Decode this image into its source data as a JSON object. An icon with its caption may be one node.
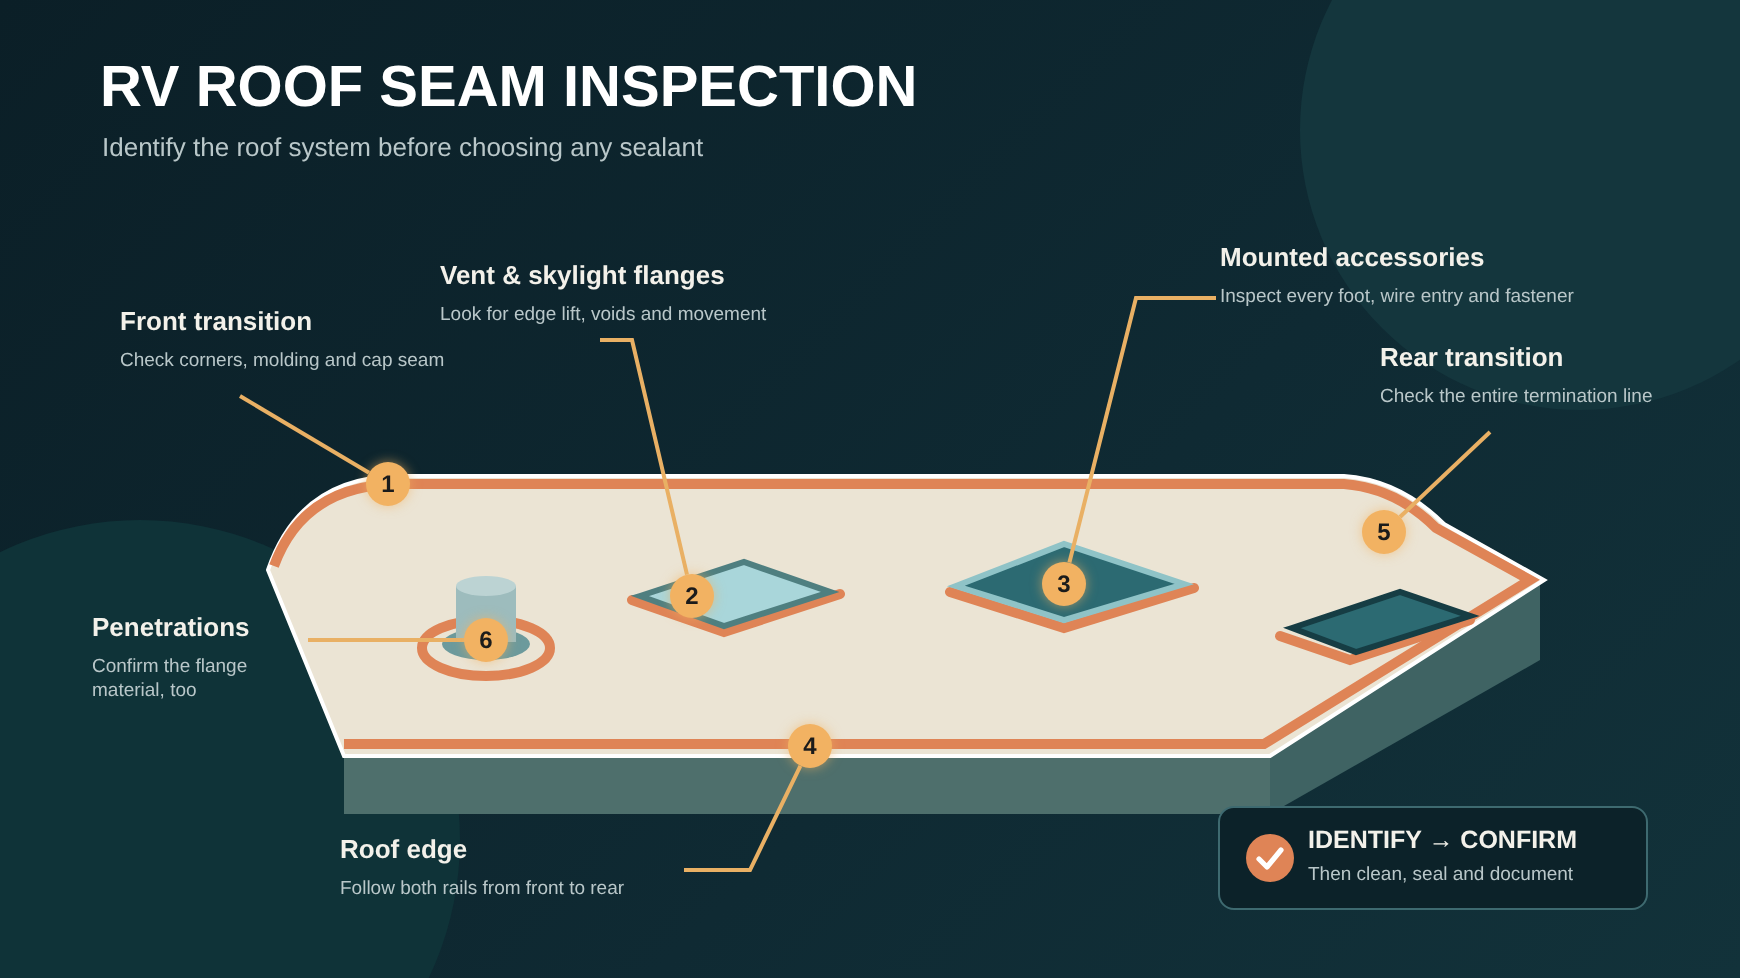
{
  "diagram": {
    "title": "RV ROOF SEAM INSPECTION",
    "nodes": [
      {
        "text": [
          "Front transition",
          "Check corners, molding and cap seam"
        ]
      },
      {
        "text": [
          "Vent & skylight flanges",
          "Look for edge lift, voids and movement"
        ]
      },
      {
        "text": [
          "Mounted accessories",
          "Inspect every foot, wire entry and fastener"
        ]
      },
      {
        "text": [
          "Rear transition",
          "Check the entire termination line"
        ]
      },
      {
        "text": [
          "Penetrations",
          "Confirm the flange material, too"
        ]
      },
      {
        "text": [
          "Roof edge",
          "Follow both rails from front to rear"
        ]
      },
      {
        "text": [
          "IDENTIFY → CONFIRM",
          "Then clean, seal and document"
        ]
      },
      {
        "text": [
          "1"
        ]
      },
      {
        "text": [
          "2"
        ]
      },
      {
        "text": [
          "3"
        ]
      },
      {
        "text": [
          "4"
        ]
      },
      {
        "text": [
          "5"
        ]
      },
      {
        "text": [
          "6"
        ]
      }
    ],
    "edges": [
      {
        "from": 0,
        "to": 7,
        "arrow": "none"
      },
      {
        "from": 1,
        "to": 8,
        "arrow": "none"
      },
      {
        "from": 2,
        "to": 9,
        "arrow": "none"
      },
      {
        "from": 3,
        "to": 11,
        "arrow": "none"
      },
      {
        "from": 4,
        "to": 12,
        "arrow": "none"
      },
      {
        "from": 5,
        "to": 10,
        "arrow": "none"
      }
    ],
    "labels": [
      "Identify the roof system before choosing any sealant"
    ]
  }
}
